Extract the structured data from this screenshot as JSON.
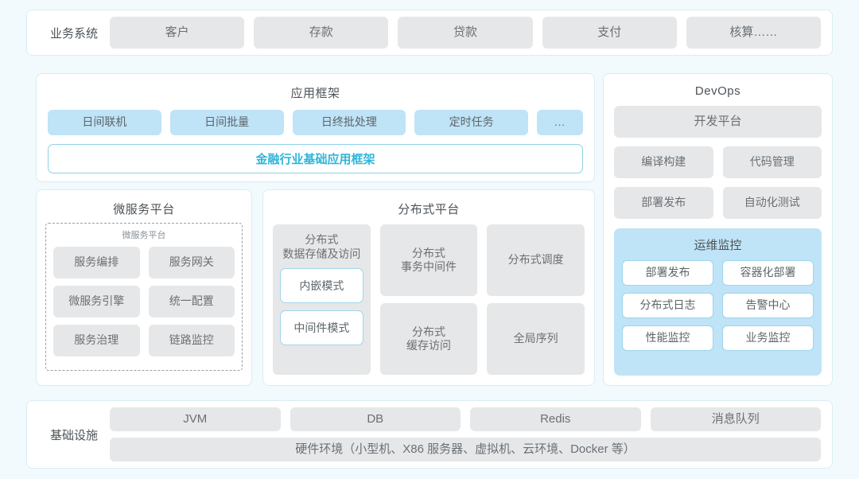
{
  "business_systems": {
    "label": "业务系统",
    "items": [
      "客户",
      "存款",
      "贷款",
      "支付",
      "核算……"
    ]
  },
  "app_framework": {
    "title": "应用框架",
    "chips": [
      "日间联机",
      "日间批量",
      "日终批处理",
      "定时任务",
      "..."
    ],
    "base_framework": "金融行业基础应用框架"
  },
  "microservice_platform": {
    "title": "微服务平台",
    "inner_title": "微服务平台",
    "items": [
      "服务编排",
      "服务网关",
      "微服务引擎",
      "统一配置",
      "服务治理",
      "链路监控"
    ]
  },
  "distributed_platform": {
    "title": "分布式平台",
    "col1": {
      "title": "分布式\n数据存储及访问",
      "title_line1": "分布式",
      "title_line2": "数据存储及访问",
      "modes": [
        "内嵌模式",
        "中间件模式"
      ]
    },
    "col2": {
      "top_line1": "分布式",
      "top_line2": "事务中间件",
      "bottom_line1": "分布式",
      "bottom_line2": "缓存访问"
    },
    "col3": {
      "top": "分布式调度",
      "bottom": "全局序列"
    }
  },
  "devops": {
    "title": "DevOps",
    "platform": "开发平台",
    "items": [
      "编译构建",
      "代码管理",
      "部署发布",
      "自动化测试"
    ],
    "ops_monitor": {
      "title": "运维监控",
      "items": [
        "部署发布",
        "容器化部署",
        "分布式日志",
        "告警中心",
        "性能监控",
        "业务监控"
      ]
    }
  },
  "infrastructure": {
    "label": "基础设施",
    "items": [
      "JVM",
      "DB",
      "Redis",
      "消息队列"
    ],
    "hardware": "硬件环境（小型机、X86 服务器、虚拟机、云环境、Docker 等）"
  },
  "colors": {
    "page_background": "#f2fafd",
    "panel_border": "#d9edf3",
    "chip_gray": "#e6e7e8",
    "chip_blue": "#bfe3f7",
    "accent_cyan": "#2fb6d9",
    "text": "#6a7075"
  }
}
